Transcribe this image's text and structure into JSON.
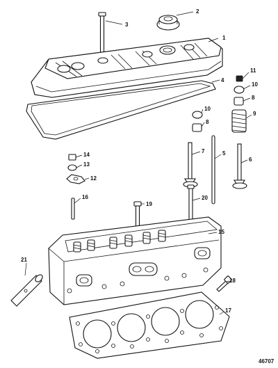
{
  "figure_id": "46707",
  "callouts": {
    "c1": "1",
    "c2": "2",
    "c3": "3",
    "c4": "4",
    "c5": "5",
    "c6": "6",
    "c7": "7",
    "c8a": "8",
    "c8b": "8",
    "c9": "9",
    "c10a": "10",
    "c10b": "10",
    "c11": "11",
    "c12": "12",
    "c13": "13",
    "c14": "14",
    "c15": "15",
    "c16": "16",
    "c17": "17",
    "c18": "18",
    "c19": "19",
    "c20": "20",
    "c21": "21"
  }
}
